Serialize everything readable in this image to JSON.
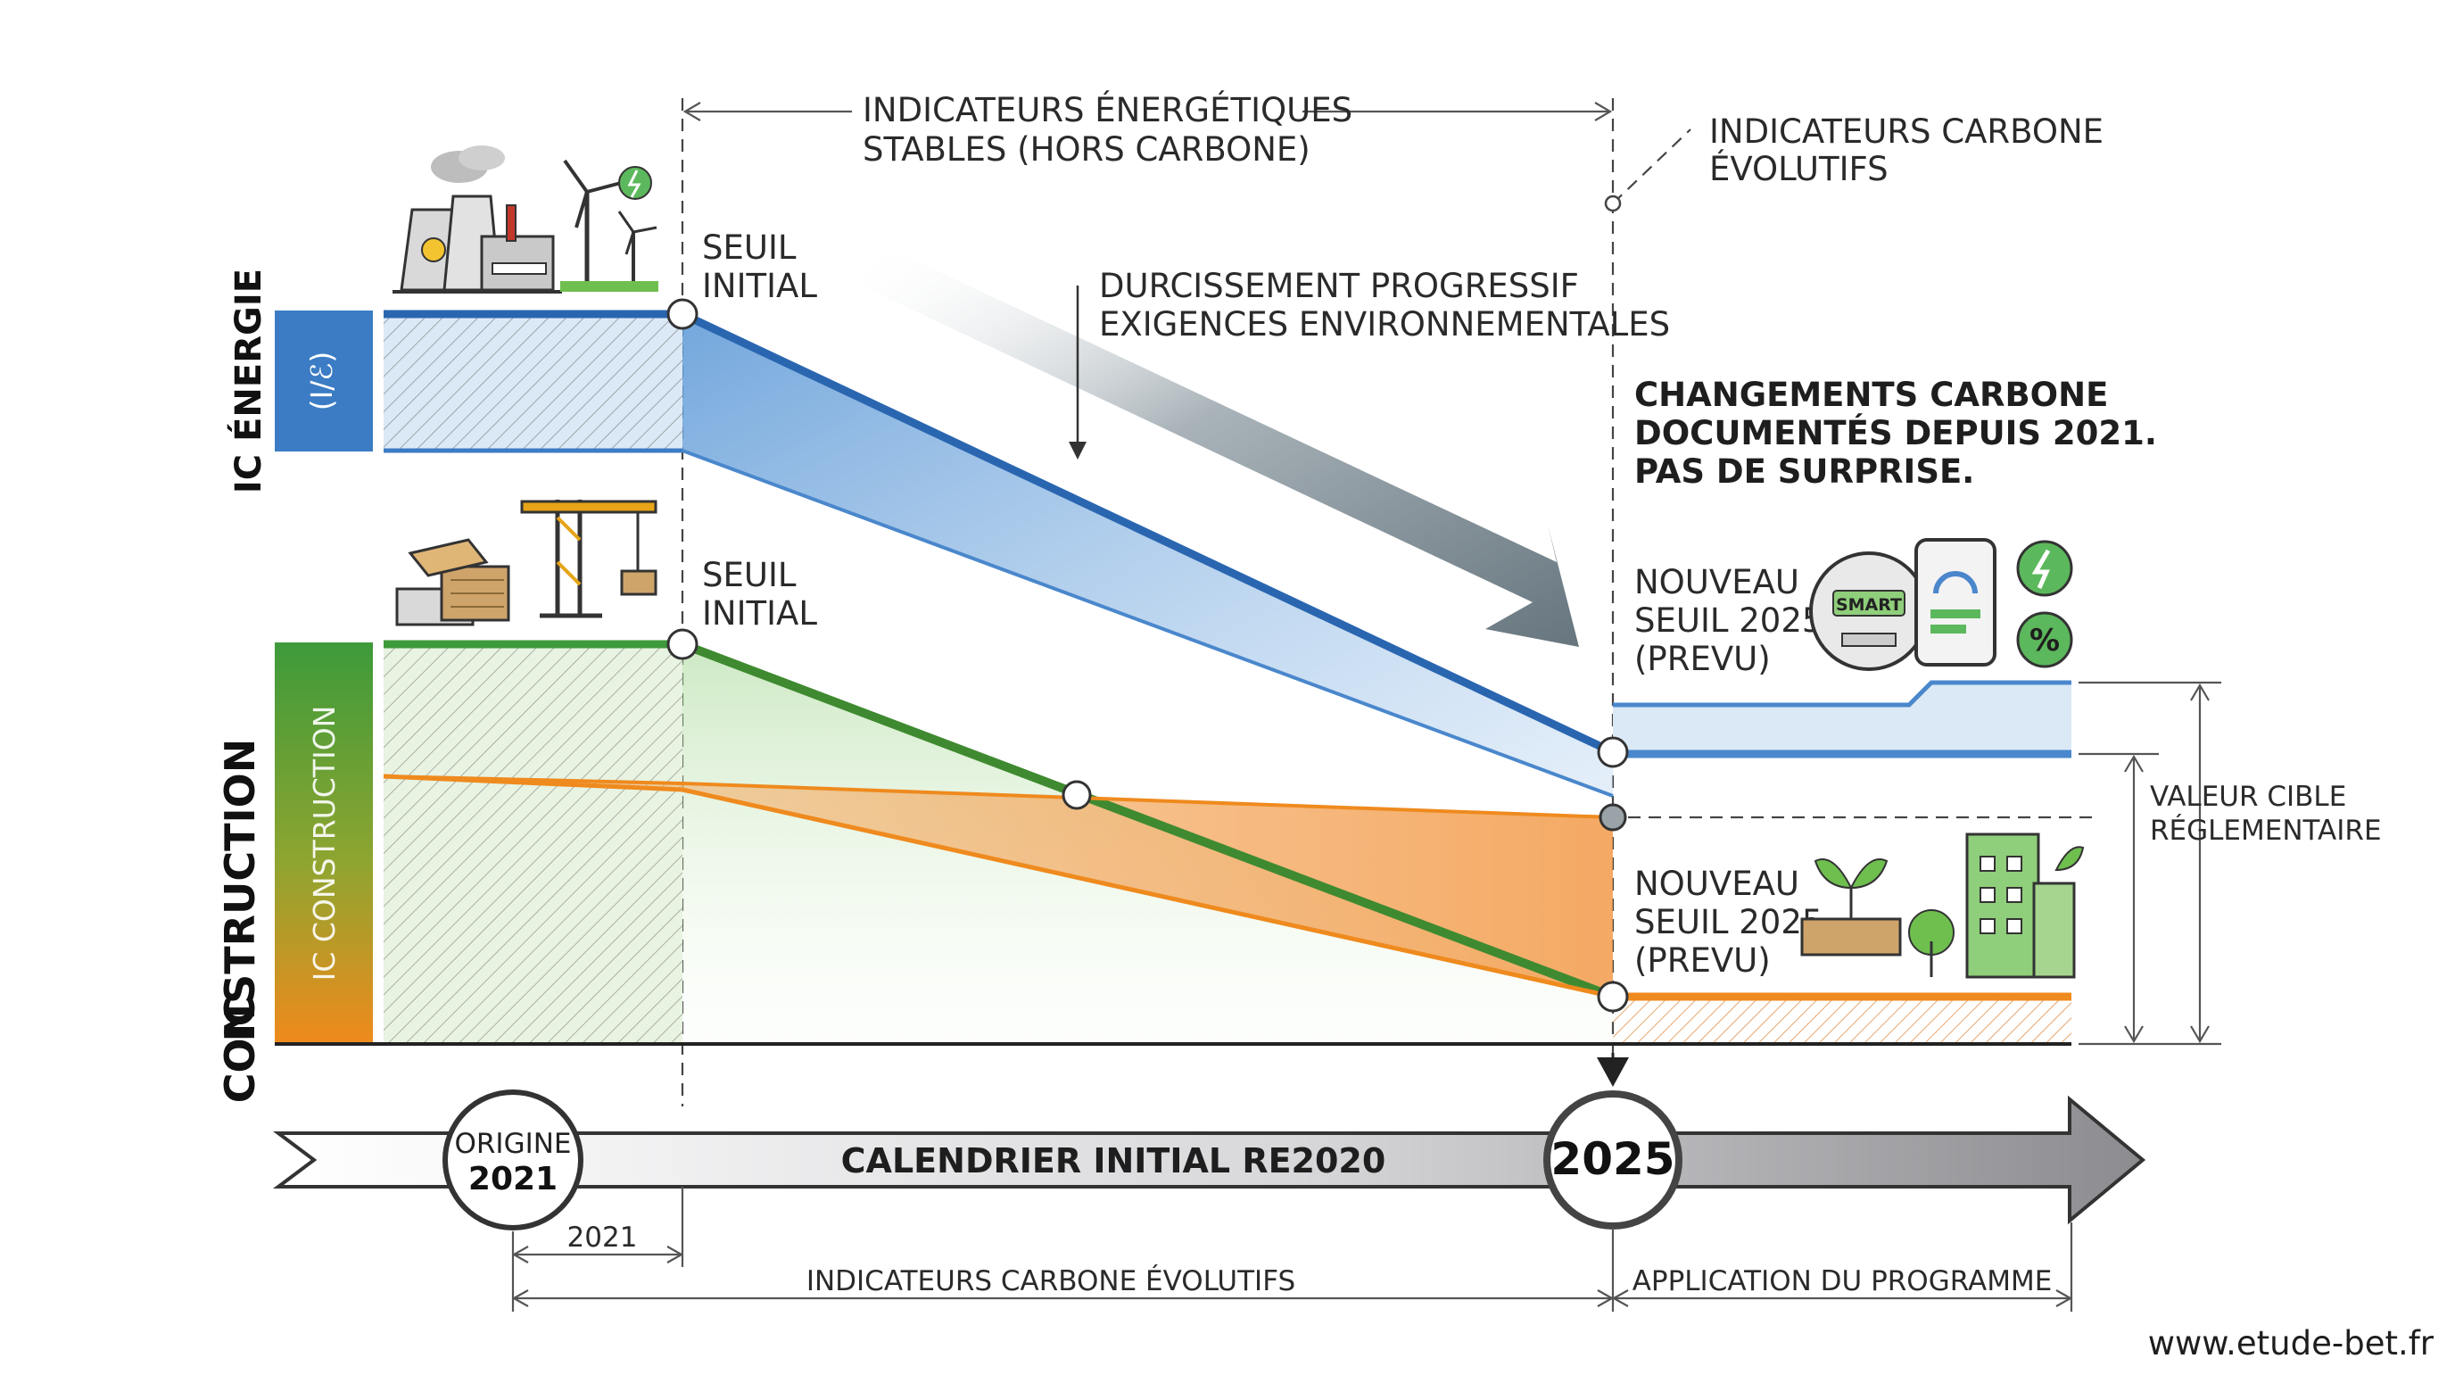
{
  "top_labels": {
    "stable_line1": "INDICATEURS ÉNERGÉTIQUES",
    "stable_line2": "STABLES (HORS CARBONE)",
    "evol_line1": "INDICATEURS CARBONE",
    "evol_line2": "ÉVOLUTIFS"
  },
  "energy": {
    "axis_label": "IC ÉNERGIE",
    "unit": "(I/ℰ)",
    "seuil_line1": "SEUIL",
    "seuil_line2": "INITIAL"
  },
  "construction": {
    "axis_label_ic": "IC",
    "axis_label_construction": "CONSTRUCTION",
    "inner_label": "IC CONSTRUCTION",
    "seuil_line1": "SEUIL",
    "seuil_line2": "INITIAL"
  },
  "trend": {
    "line1": "DURCISSEMENT PROGRESSIF",
    "line2": "EXIGENCES ENVIRONNEMENTALES"
  },
  "notice": {
    "line1": "CHANGEMENTS CARBONE",
    "line2": "DOCUMENTÉS DEPUIS 2021.",
    "line3": "PAS DE SURPRISE."
  },
  "new_energy": {
    "line1": "NOUVEAU",
    "line2": "SEUIL 2025",
    "line3": "(PREVU)",
    "meter_text": "SMART"
  },
  "new_construction": {
    "line1": "NOUVEAU",
    "line2": "SEUIL 2025",
    "line3": "(PREVU)"
  },
  "target": {
    "line1": "VALEUR CIBLE",
    "line2": "RÉGLEMENTAIRE"
  },
  "timeline": {
    "origin_label": "ORIGINE",
    "origin_year": "2021",
    "title": "CALENDRIER INITIAL RE2020",
    "end_year": "2025",
    "span_2021": "2021",
    "span_carbon": "INDICATEURS CARBONE ÉVOLUTIFS",
    "span_application": "APPLICATION DU PROGRAMME"
  },
  "watermark": "www.etude-bet.fr",
  "colors": {
    "energy_blue": "#3b7cc4",
    "construction_green": "#4a9a3c",
    "construction_orange": "#ef8a1e",
    "arrow_grey": "#7b8a93"
  }
}
